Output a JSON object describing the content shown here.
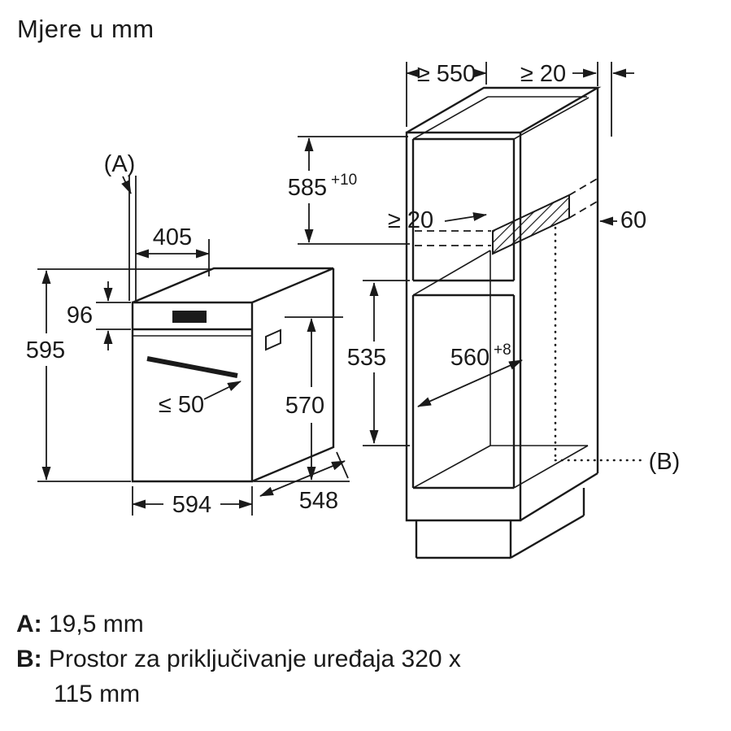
{
  "title": "Mjere u mm",
  "diagram": {
    "left": {
      "ref": "(A)",
      "dim_top_depth": "405",
      "dim_panel": "96",
      "dim_height": "595",
      "dim_handle": "≤ 50",
      "dim_depth_inner": "570",
      "dim_width": "594",
      "dim_depth": "548"
    },
    "right": {
      "ref": "(B)",
      "dim_niche_depth": "≥ 550",
      "dim_wall_gap": "≥ 20",
      "dim_niche_height": "585",
      "dim_niche_height_tol": "+10",
      "dim_rear_gap": "≥ 20",
      "dim_duct": "60",
      "dim_lower_niche": "535",
      "dim_niche_width": "560",
      "dim_niche_width_tol": "+8"
    }
  },
  "notes": {
    "a_label": "A:",
    "a_text": "19,5 mm",
    "b_label": "B:",
    "b_text": "Prostor za priključivanje uređaja 320 x",
    "b_text_cont": "115 mm"
  }
}
